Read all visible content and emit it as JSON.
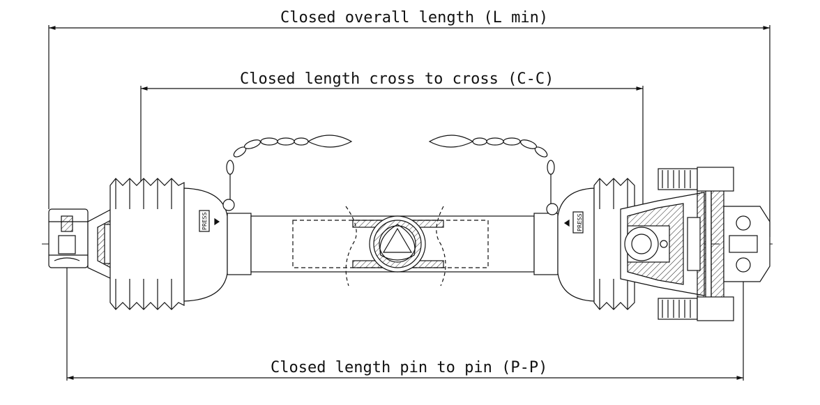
{
  "dimensions": {
    "overall": "Closed overall length (L min)",
    "cross": "Closed length cross to cross (C-C)",
    "pin": "Closed length pin to pin (P-P)"
  },
  "shield_labels": {
    "left": "PRESS",
    "right": "PRESS"
  }
}
